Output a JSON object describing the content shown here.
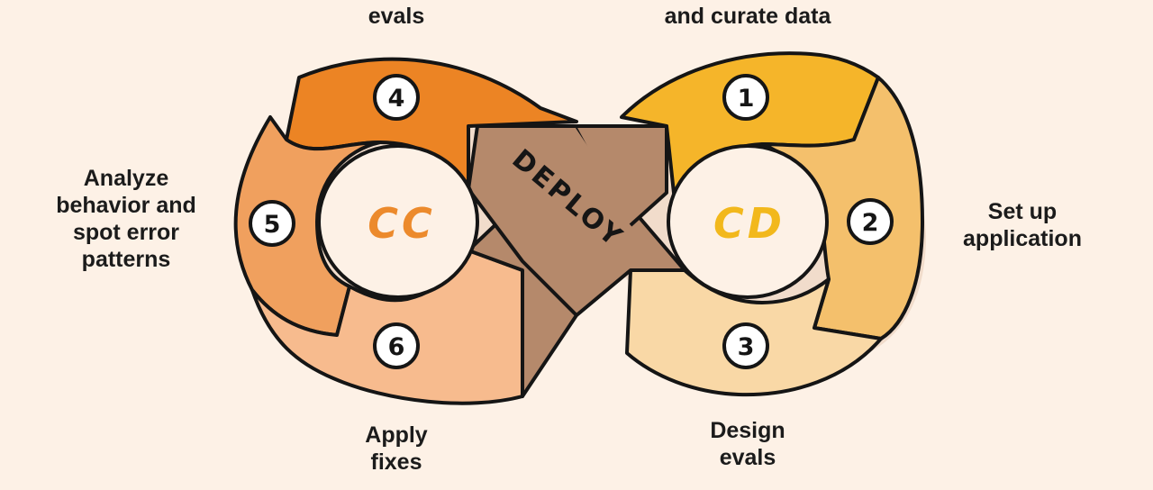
{
  "colors": {
    "background": "#fdf1e6",
    "outline": "#151515",
    "deploy_band": "#b5896b",
    "cc_letters": "#ec8a2c",
    "cd_letters": "#f2b81c",
    "step_1": "#f5b52a",
    "step_2": "#f4c06c",
    "step_3": "#f9d8a6",
    "step_4": "#ec8424",
    "step_5": "#f0a05e",
    "step_6": "#f7bb8e"
  },
  "loops": {
    "left": "CC",
    "right": "CD"
  },
  "center": {
    "label": "DEPLOY"
  },
  "steps": [
    {
      "number": "1",
      "caption": "and curate data"
    },
    {
      "number": "2",
      "caption": "Set up application"
    },
    {
      "number": "3",
      "caption": "Design evals"
    },
    {
      "number": "4",
      "caption": "evals"
    },
    {
      "number": "5",
      "caption": "Analyze behavior and spot error patterns"
    },
    {
      "number": "6",
      "caption": "Apply fixes"
    }
  ],
  "captions": {
    "step_4_lines": [
      "evals"
    ],
    "step_1_lines": [
      "and curate data"
    ],
    "step_5_lines": [
      "Analyze",
      "behavior and",
      "spot error",
      "patterns"
    ],
    "step_2_lines": [
      "Set up",
      "application"
    ],
    "step_6_lines": [
      "Apply",
      "fixes"
    ],
    "step_3_lines": [
      "Design",
      "evals"
    ]
  }
}
